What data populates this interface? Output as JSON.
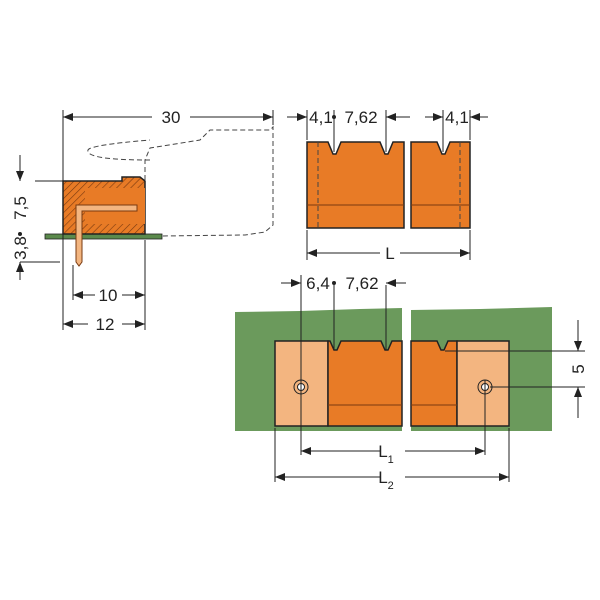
{
  "side_view": {
    "width_total": "30",
    "height_body": "7,5",
    "pin_length": "3,8",
    "pin_to_back": "10",
    "depth": "12"
  },
  "top_view": {
    "edge_offset_left": "4,1",
    "pitch": "7,62",
    "edge_offset_right": "4,1",
    "length_label": "L"
  },
  "mounted_view": {
    "flange_offset": "6,4",
    "pitch": "7,62",
    "flange_height": "5",
    "l1_label": "L",
    "l1_sub": "1",
    "l2_label": "L",
    "l2_sub": "2"
  },
  "colors": {
    "housing": "#e87b26",
    "flange": "#f3b580",
    "pcb": "#6b9a5c"
  }
}
